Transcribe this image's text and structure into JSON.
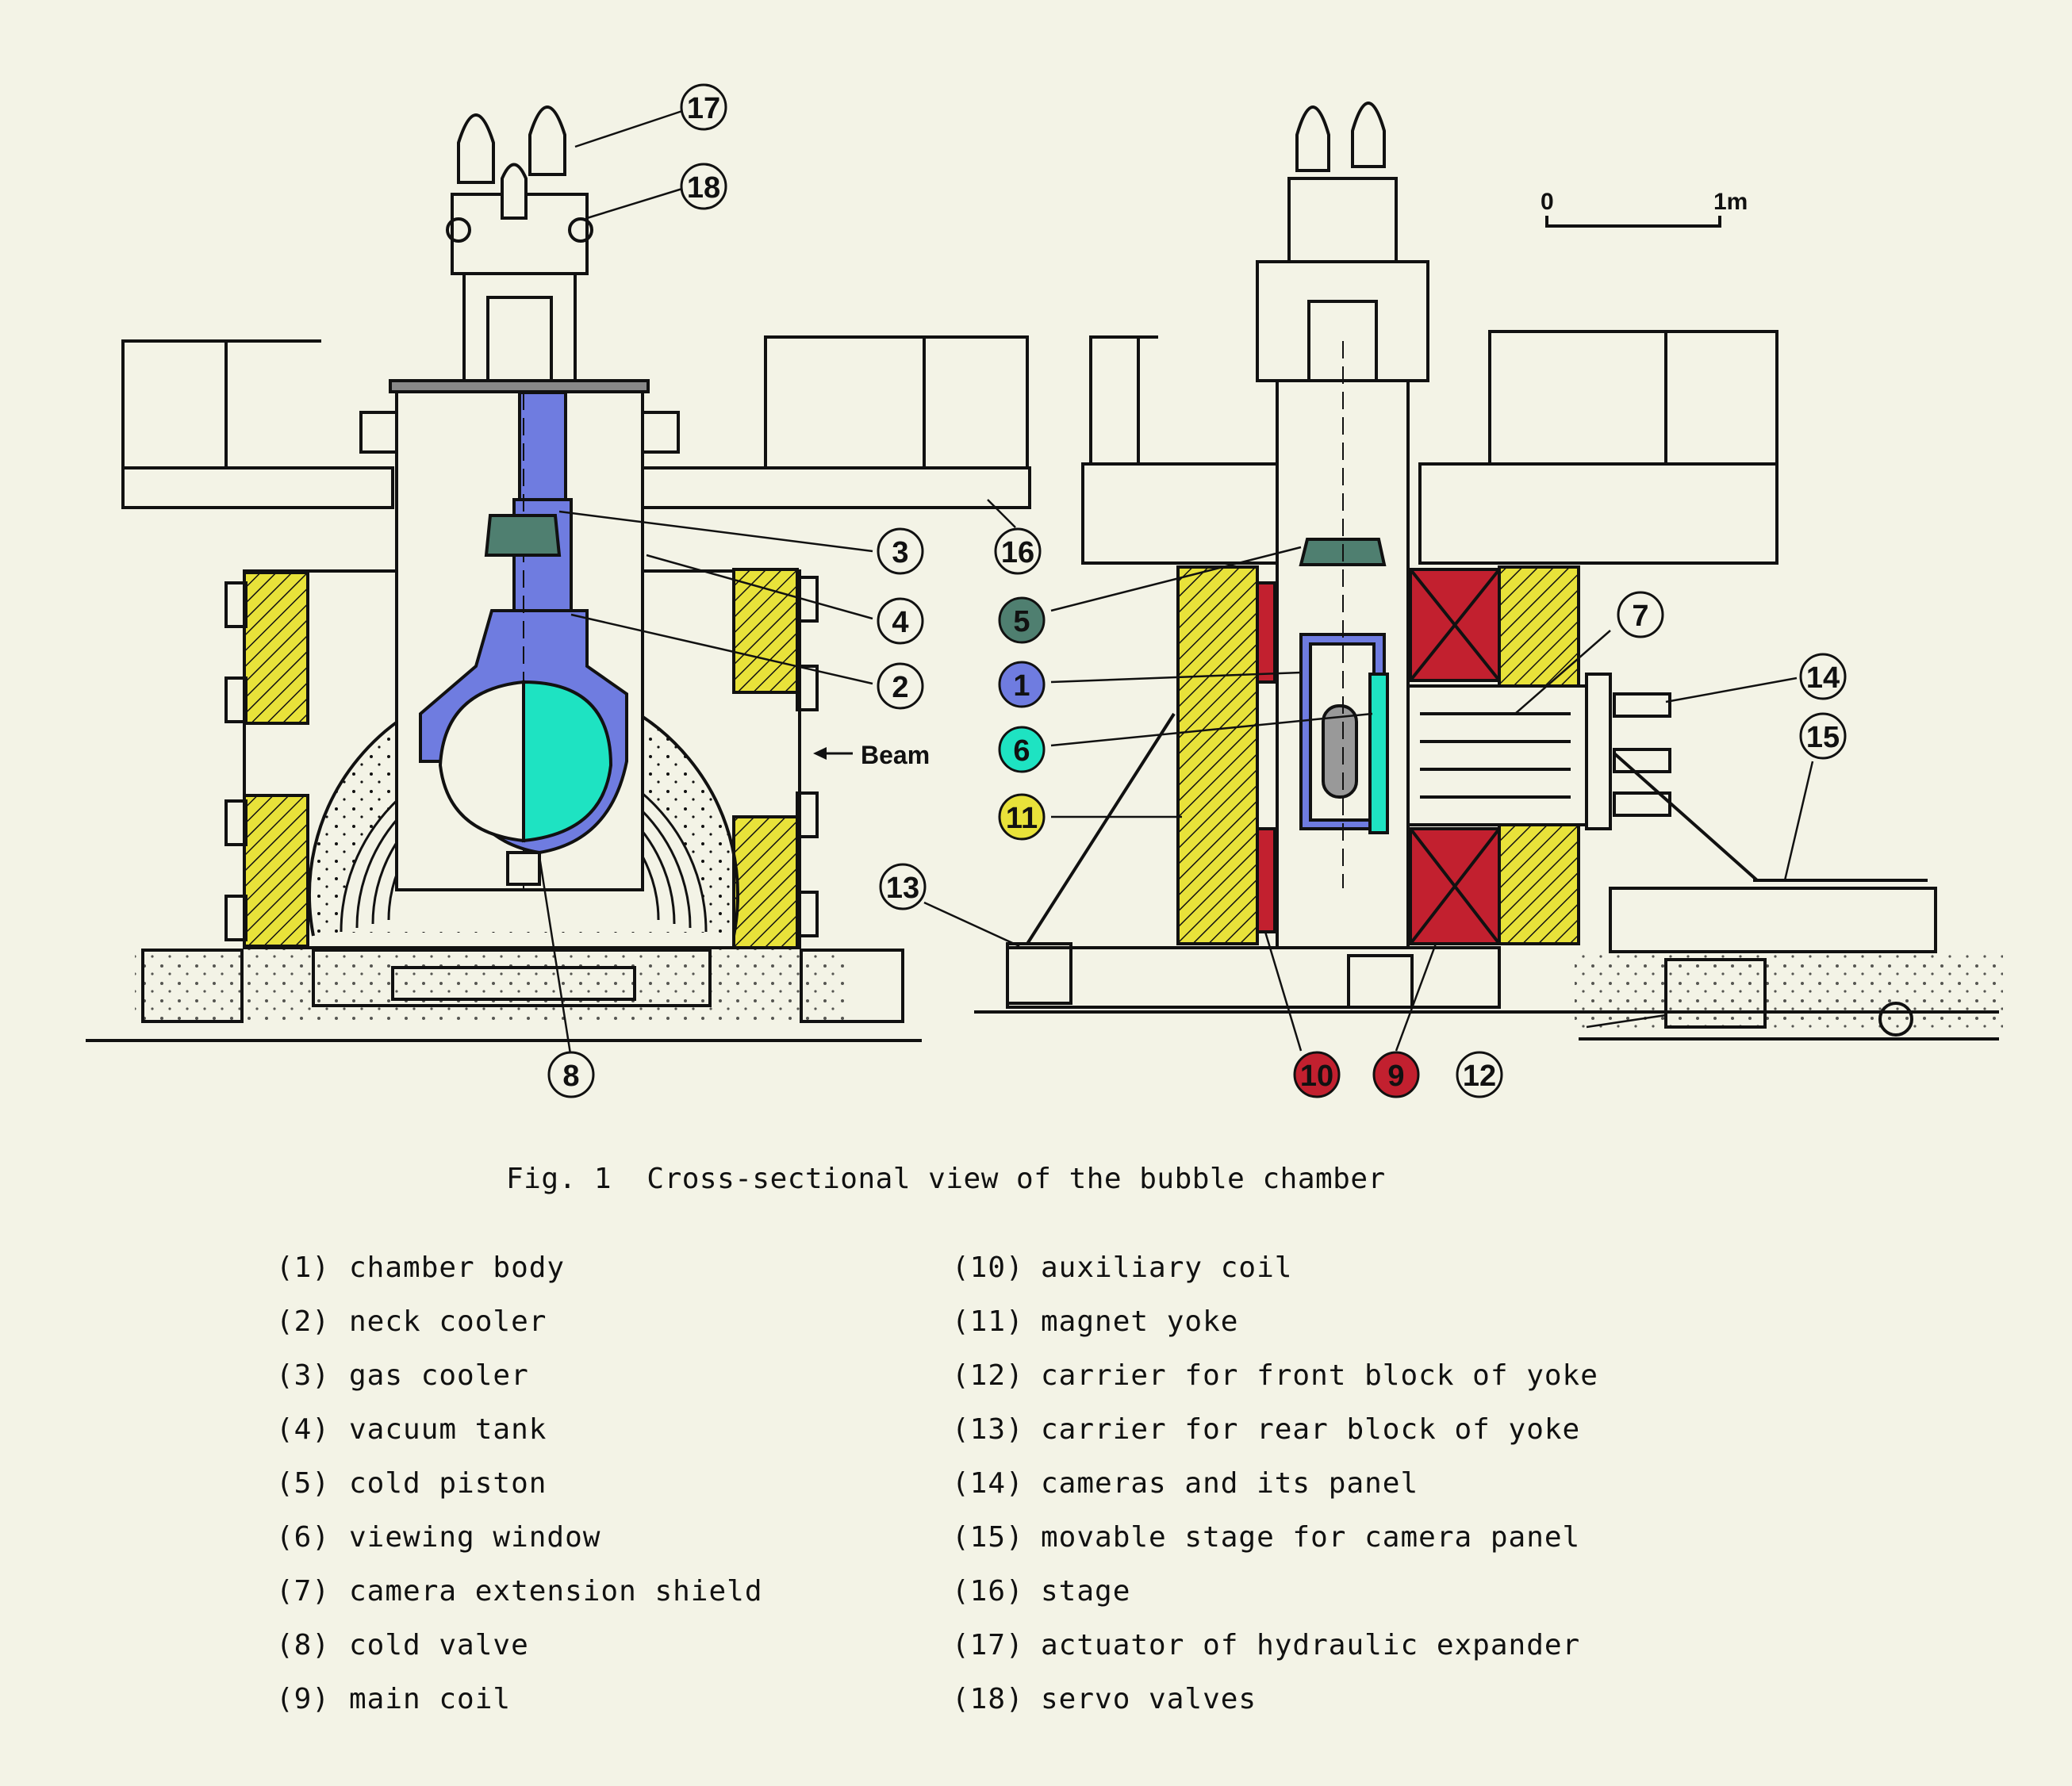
{
  "figure": {
    "caption": "Fig. 1  Cross-sectional view of the bubble chamber",
    "beam_label": "Beam",
    "scale": {
      "zero": "0",
      "one": "1m"
    },
    "colors": {
      "background": "#f3f3e6",
      "blue": "#6f7ce0",
      "cyan": "#1ee3c2",
      "teal": "#4f7f70",
      "red": "#c2202f",
      "yellow": "#e8e23a",
      "line": "#111111"
    },
    "callouts": {
      "c1": "1",
      "c2": "2",
      "c3": "3",
      "c4": "4",
      "c5": "5",
      "c6": "6",
      "c7": "7",
      "c8": "8",
      "c9": "9",
      "c10": "10",
      "c11": "11",
      "c12": "12",
      "c13": "13",
      "c14": "14",
      "c15": "15",
      "c16": "16",
      "c17": "17",
      "c18": "18"
    }
  },
  "legend": {
    "left": [
      {
        "num": "(1)",
        "text": "chamber body"
      },
      {
        "num": "(2)",
        "text": "neck cooler"
      },
      {
        "num": "(3)",
        "text": "gas cooler"
      },
      {
        "num": "(4)",
        "text": "vacuum tank"
      },
      {
        "num": "(5)",
        "text": "cold piston"
      },
      {
        "num": "(6)",
        "text": "viewing window"
      },
      {
        "num": "(7)",
        "text": "camera extension shield"
      },
      {
        "num": "(8)",
        "text": "cold valve"
      },
      {
        "num": "(9)",
        "text": "main coil"
      }
    ],
    "right": [
      {
        "num": "(10)",
        "text": "auxiliary coil"
      },
      {
        "num": "(11)",
        "text": "magnet yoke"
      },
      {
        "num": "(12)",
        "text": "carrier for front block of yoke"
      },
      {
        "num": "(13)",
        "text": "carrier for rear block of yoke"
      },
      {
        "num": "(14)",
        "text": "cameras and its panel"
      },
      {
        "num": "(15)",
        "text": "movable stage for camera panel"
      },
      {
        "num": "(16)",
        "text": "stage"
      },
      {
        "num": "(17)",
        "text": "actuator of hydraulic expander"
      },
      {
        "num": "(18)",
        "text": "servo valves"
      }
    ]
  }
}
